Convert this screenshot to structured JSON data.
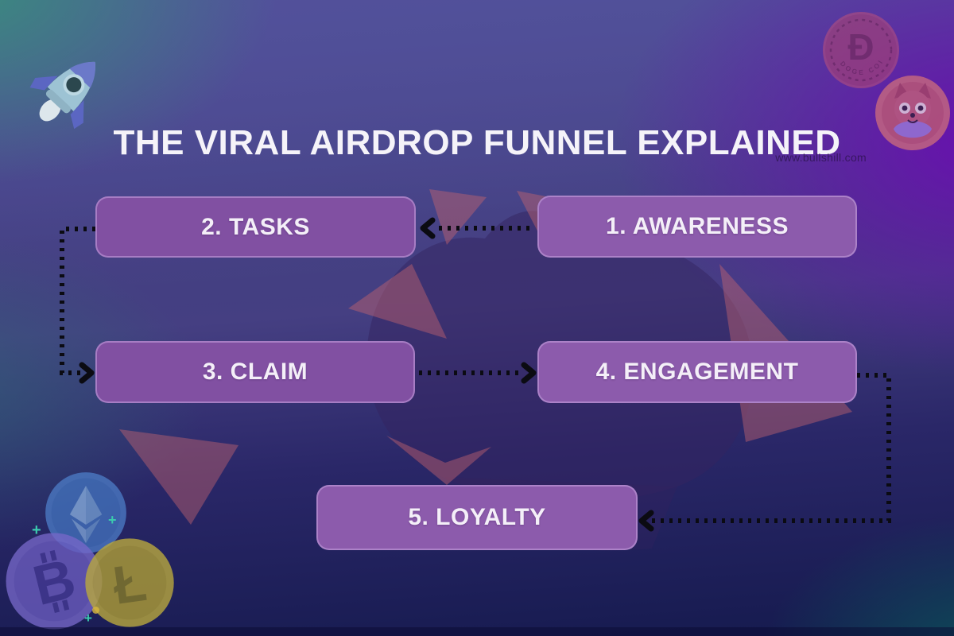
{
  "page": {
    "title": "THE VIRAL AIRDROP FUNNEL EXPLAINED",
    "watermark": "www.bullshill.com"
  },
  "funnel": {
    "type": "flow-diagram",
    "steps": [
      {
        "id": 1,
        "label": "1. AWARENESS"
      },
      {
        "id": 2,
        "label": "2. TASKS"
      },
      {
        "id": 3,
        "label": "3. CLAIM"
      },
      {
        "id": 4,
        "label": "4. ENGAGEMENT"
      },
      {
        "id": 5,
        "label": "5. LOYALTY"
      }
    ],
    "edges": [
      {
        "from": "1. AWARENESS",
        "to": "2. TASKS",
        "style": "dotted-arrow"
      },
      {
        "from": "2. TASKS",
        "to": "3. CLAIM",
        "style": "dotted-arrow"
      },
      {
        "from": "3. CLAIM",
        "to": "4. ENGAGEMENT",
        "style": "dotted-arrow"
      },
      {
        "from": "4. ENGAGEMENT",
        "to": "5. LOYALTY",
        "style": "dotted-arrow"
      }
    ]
  },
  "decorations": {
    "rocket": "3d-rocket",
    "top_right_coins": [
      "dogecoin",
      "shiba-inu-coin"
    ],
    "bottom_left_coins": [
      "ethereum-coin",
      "bitcoin-coin",
      "litecoin-coin"
    ],
    "dogecoin_symbol": "Đ",
    "dogecoin_ring_text": "DOGE COIN",
    "bitcoin_symbol": "B",
    "litecoin_symbol": "Ł",
    "sparkle_plus": "+",
    "background_motif": "bull-head-silhouette"
  },
  "colors": {
    "step_box_fill": "#8150A2",
    "step_box_fill_light": "#8C5BAC",
    "step_box_border": "#C6A2E0",
    "step_text": "#F4EFF8",
    "arrow": "#0B0B12",
    "title_text": "#F5F3F9",
    "bg_teal": "#3A8C7E",
    "bg_purple": "#6A0CB0",
    "bg_navy": "#141A50"
  }
}
